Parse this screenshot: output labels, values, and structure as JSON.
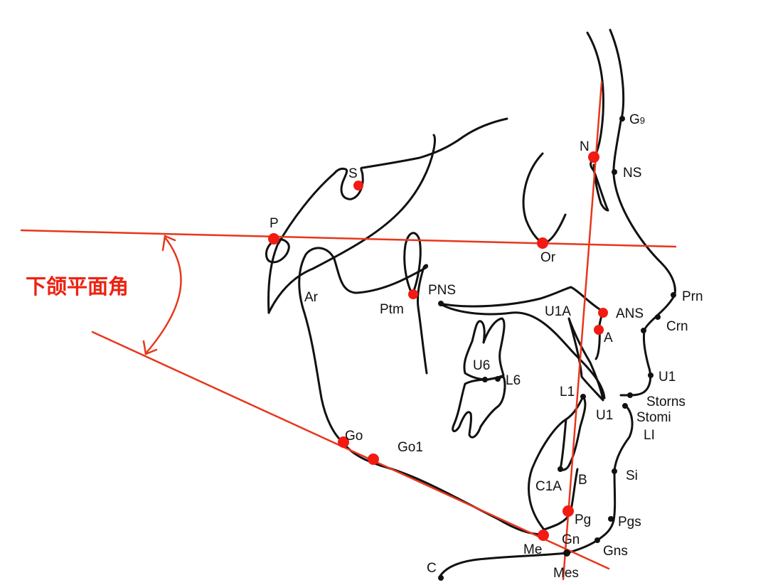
{
  "diagram": {
    "title": "下颌平面角",
    "accent_color": "#e8361c",
    "trace_color": "#111111",
    "reference_lines": [
      {
        "name": "FH plane",
        "from": "P",
        "to": "Or"
      },
      {
        "name": "Mandibular plane",
        "from": "Go",
        "to": "Me"
      },
      {
        "name": "Facial line",
        "from": "N",
        "to": "Pg"
      }
    ],
    "landmarks_red": {
      "S": "S",
      "N": "N",
      "P": "P",
      "Or": "Or",
      "Ptm": "Ptm",
      "ANS": "ANS",
      "A": "A",
      "Go": "Go",
      "Go1": "Go1",
      "Pg": "Pg",
      "Me": "Me"
    },
    "landmarks_black": {
      "Gg": "G",
      "Gg_sub": "9",
      "NS": "NS",
      "Prn": "Prn",
      "Crn": "Crn",
      "U1_soft": "U1",
      "Storns": "Storns",
      "Stomi": "Stomi",
      "LI": "LI",
      "Si": "Si",
      "Pgs": "Pgs",
      "Gns": "Gns",
      "Mes": "Mes",
      "C": "C"
    },
    "structure_labels": {
      "PNS": "PNS",
      "Ar": "Ar",
      "U1A": "U1A",
      "U1": "U1",
      "L1": "L1",
      "U6": "U6",
      "L6": "L6",
      "B": "B",
      "C1A": "C1A",
      "Gn": "Gn"
    }
  }
}
